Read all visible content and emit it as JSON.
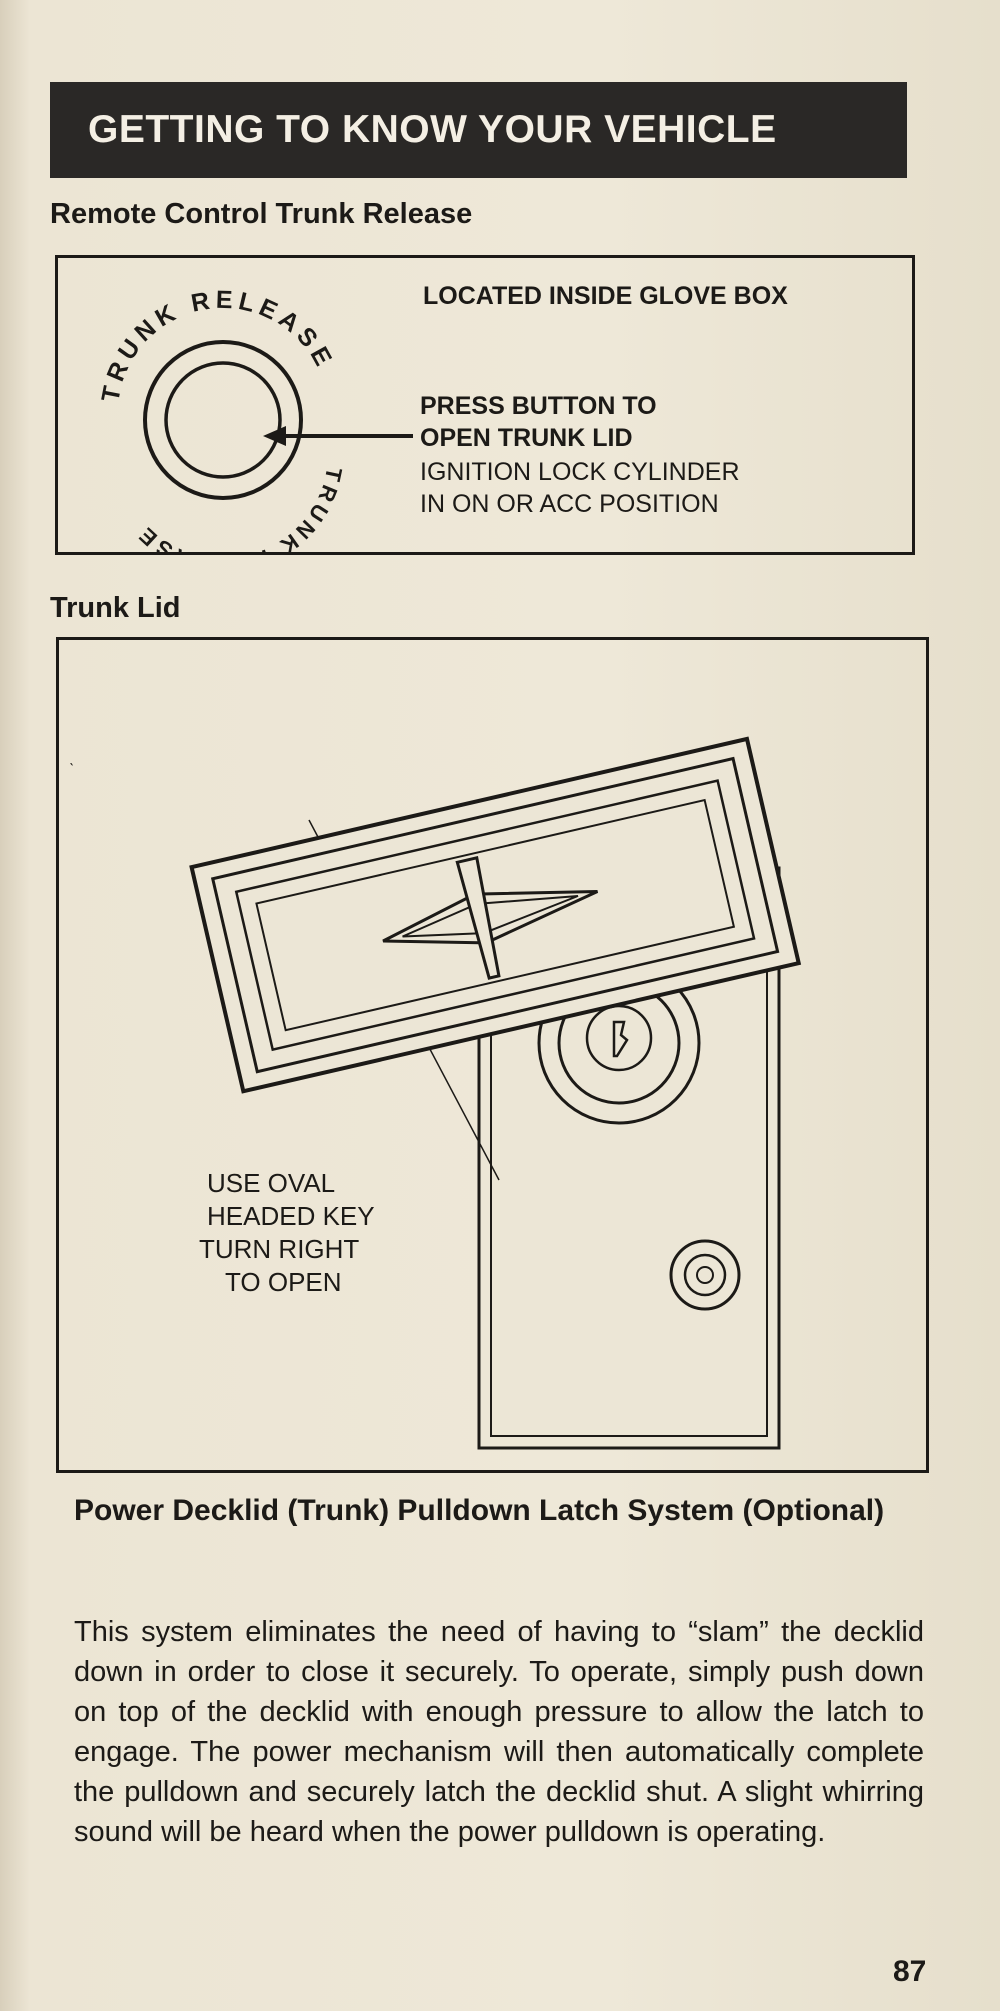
{
  "header": {
    "title": "GETTING TO KNOW YOUR VEHICLE"
  },
  "remote_release": {
    "heading": "Remote Control Trunk Release",
    "location_label": "LOCATED INSIDE GLOVE BOX",
    "button_top_text": "TRUNK RELEASE",
    "button_bottom_text": "TRUNK RELEASE",
    "press_line1": "PRESS BUTTON TO",
    "press_line2": "OPEN TRUNK LID",
    "ignition_line1": "IGNITION LOCK CYLINDER",
    "ignition_line2": "IN ON OR ACC POSITION"
  },
  "trunk_lid": {
    "heading": "Trunk Lid",
    "key_line1": "USE OVAL",
    "key_line2": "HEADED KEY",
    "key_line3": "TURN RIGHT",
    "key_line4": "TO OPEN"
  },
  "pulldown": {
    "heading": "Power Decklid (Trunk) Pulldown Latch System (Optional)",
    "body": "This system eliminates the need of having to “slam” the decklid down in order to close it securely. To operate, simply push down on top of the decklid with enough pressure to allow the latch to engage. The power mechanism will then automatically complete the pulldown and securely latch the decklid shut. A slight whirring sound will be heard when the power pulldown is operating."
  },
  "page_number": "87"
}
